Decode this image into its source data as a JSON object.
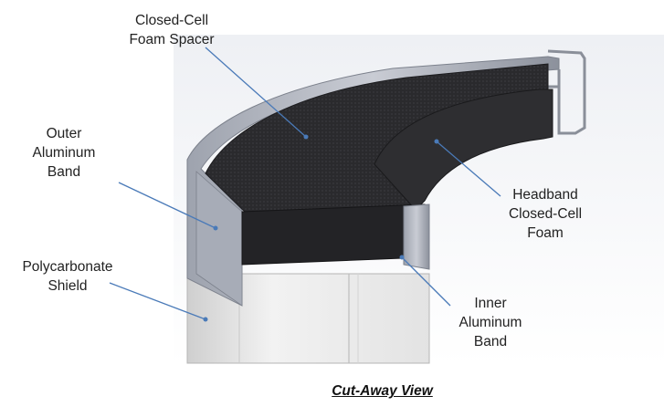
{
  "diagram": {
    "caption": "Cut-Away View",
    "labels": {
      "foam_spacer": {
        "line1": "Closed-Cell",
        "line2": "Foam Spacer"
      },
      "outer_band": {
        "line1": "Outer",
        "line2": "Aluminum",
        "line3": "Band"
      },
      "shield": {
        "line1": "Polycarbonate",
        "line2": "Shield"
      },
      "headband_foam": {
        "line1": "Headband",
        "line2": "Closed-Cell",
        "line3": "Foam"
      },
      "inner_band": {
        "line1": "Inner",
        "line2": "Aluminum",
        "line3": "Band"
      }
    },
    "colors": {
      "foam": "#2b2b2e",
      "aluminum": "#b8bcc6",
      "polycarbonate": "#ececec",
      "leader_line": "#4a7ab8"
    }
  }
}
